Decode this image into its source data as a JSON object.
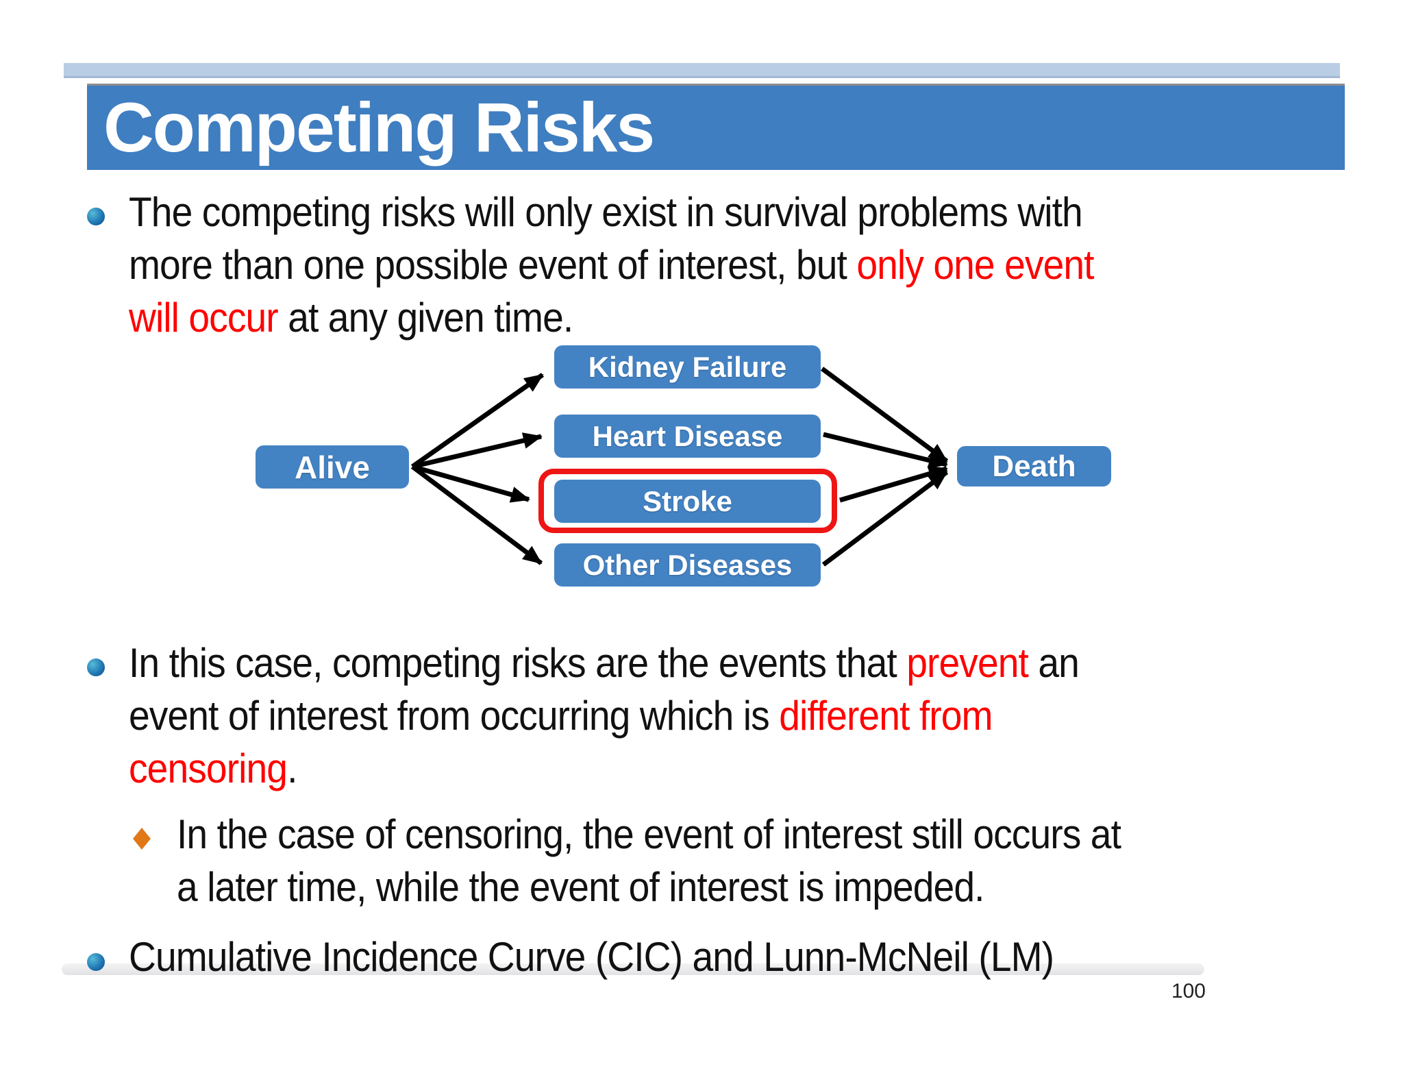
{
  "slide": {
    "title": "Competing Risks",
    "page_number": "100"
  },
  "colors": {
    "accent_blue": "#4383c4",
    "title_bar_blue": "#3f7ec0",
    "top_bar_light_blue": "#b9cde4",
    "highlight_red": "#ee1515",
    "text_red": "#ff0000",
    "body_text": "#111111"
  },
  "bullets": {
    "b1": {
      "l1": "The competing risks will only exist in survival problems with",
      "l2a": "more than one possible event of interest, but ",
      "l2b_red": "only one event",
      "l3a_red": "will occur",
      "l3b": " at any given time."
    },
    "b2": {
      "l1a": "In this case, competing risks are the events that ",
      "l1b_red": "prevent",
      "l1c": " an",
      "l2a": "event of interest from occurring which is ",
      "l2b_red": "different from",
      "l3a_red": "censoring",
      "l3b": "."
    },
    "sub": {
      "l1": "In the case of censoring, the event of interest still occurs at",
      "l2": "a later time, while the event of interest is impeded."
    },
    "b3": {
      "l1": "Cumulative Incidence Curve (CIC) and Lunn-McNeil (LM)"
    }
  },
  "diagram": {
    "alive": "Alive",
    "kidney": "Kidney Failure",
    "heart": "Heart Disease",
    "stroke": "Stroke",
    "other": "Other Diseases",
    "death": "Death"
  }
}
